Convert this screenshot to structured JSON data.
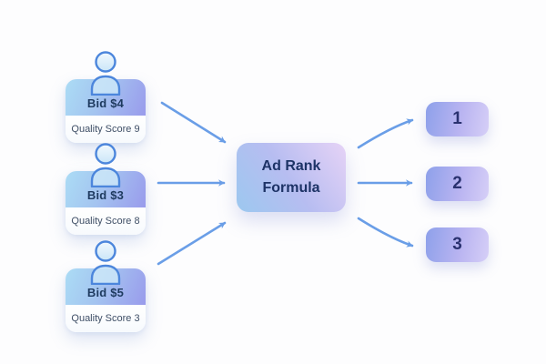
{
  "advertisers": [
    {
      "bid": "Bid $4",
      "quality": "Quality Score 9"
    },
    {
      "bid": "Bid $3",
      "quality": "Quality Score 8"
    },
    {
      "bid": "Bid $5",
      "quality": "Quality Score 3"
    }
  ],
  "formula_box": {
    "line1": "Ad Rank",
    "line2": "Formula"
  },
  "ranks": [
    {
      "label": "1"
    },
    {
      "label": "2"
    },
    {
      "label": "3"
    }
  ],
  "colors": {
    "arrow": "#6a9ee7",
    "card_gradient_start": "#abdcf5",
    "card_gradient_end": "#999bec",
    "formula_gradient_start": "#9cc8ef",
    "formula_gradient_end": "#e6d3f6",
    "pill_gradient_start": "#8da0ea",
    "pill_gradient_end": "#d6cff7",
    "heading_text": "#1e3a5f",
    "body_text": "#3f4f66"
  }
}
